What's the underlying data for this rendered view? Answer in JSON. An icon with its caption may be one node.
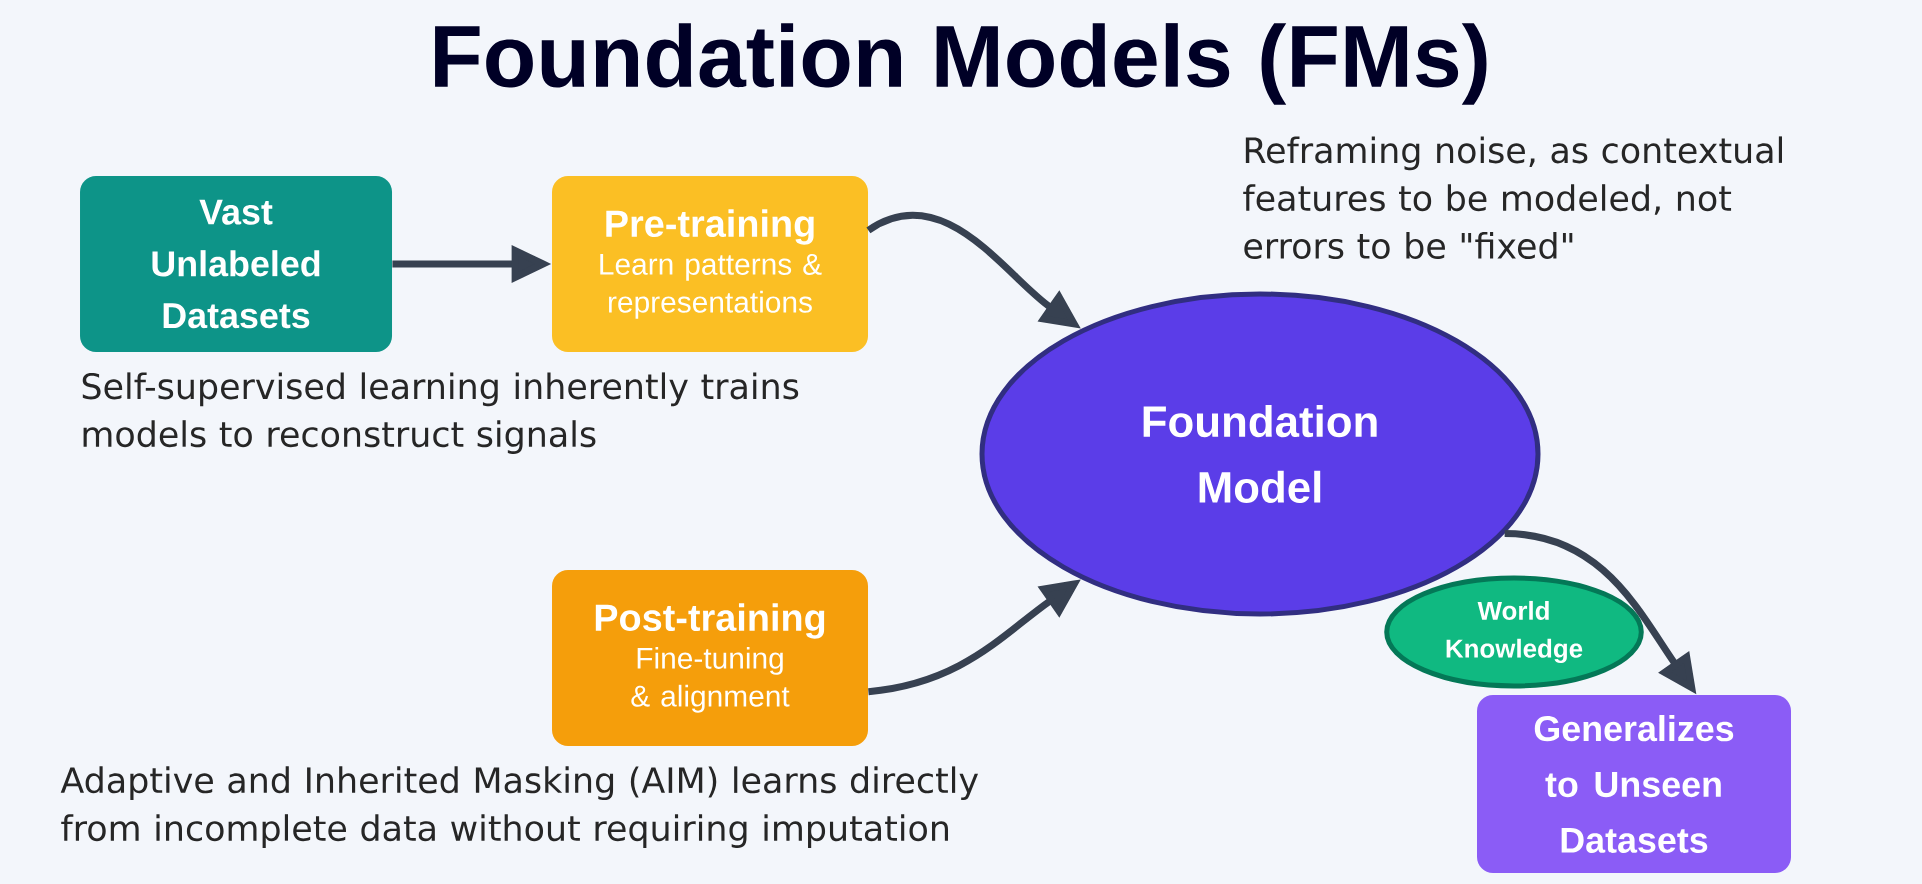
{
  "diagram": {
    "title": "Foundation Models (FMs)",
    "nodes": [
      {
        "text": [
          "Vast Unlabeled Datasets"
        ]
      },
      {
        "text": [
          "Pre-training",
          "Learn patterns & representations"
        ]
      },
      {
        "text": [
          "Post-training",
          "Fine-tuning & alignment"
        ]
      },
      {
        "text": [
          "Foundation Model"
        ]
      },
      {
        "text": [
          "World Knowledge"
        ]
      },
      {
        "text": [
          "Generalizes to Unseen Datasets"
        ]
      }
    ],
    "edges": [
      {
        "from": 0,
        "to": 1,
        "arrow": "to"
      },
      {
        "from": 1,
        "to": 3,
        "arrow": "to"
      },
      {
        "from": 2,
        "to": 3,
        "arrow": "to"
      },
      {
        "from": 3,
        "to": 5,
        "arrow": "to"
      }
    ],
    "labels": [
      "Reframing noise, as contextual features to be modeled, not errors to be \"fixed\"",
      "Self-supervised learning inherently trains models to reconstruct signals",
      "Adaptive and Inherited Masking (AIM) learns directly from incomplete data without requiring imputation"
    ]
  }
}
